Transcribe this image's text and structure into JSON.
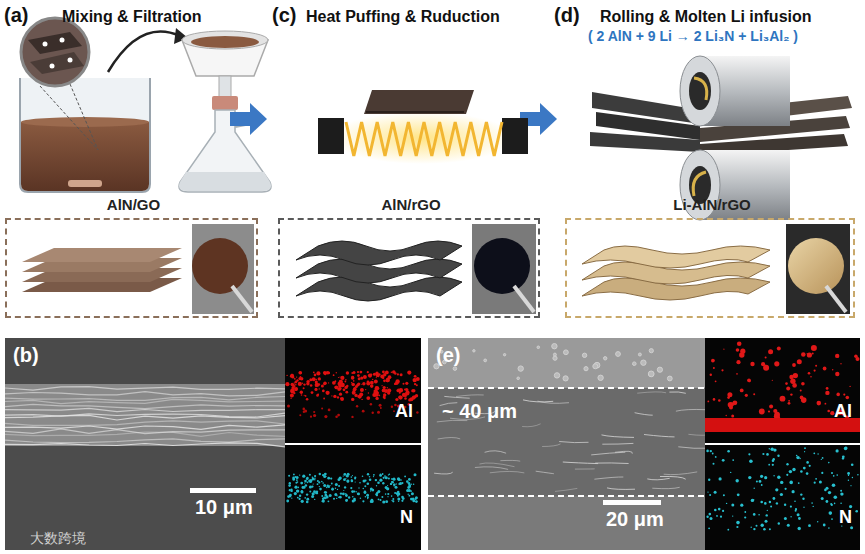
{
  "diagram": {
    "nodes": [
      {
        "text": [
          "AlN/GO"
        ]
      },
      {
        "text": [
          "AlN/rGO"
        ]
      },
      {
        "text": [
          "Li-AlN/rGO"
        ]
      },
      {
        "text": [
          "(b)",
          "10 μm"
        ]
      },
      {
        "text": [
          "Al"
        ],
        "in": 3
      },
      {
        "text": [
          "N"
        ],
        "in": 3
      },
      {
        "text": [
          "(e)",
          "~ 40 μm",
          "20 μm"
        ]
      },
      {
        "text": [
          "Al"
        ],
        "in": 6
      },
      {
        "text": [
          "N"
        ],
        "in": 6
      }
    ],
    "labels": [
      "(a)",
      "Mixing & Filtration",
      "(c)",
      "Heat Puffing & Ruduction",
      "(d)",
      "Rolling & Molten Li infusion",
      "( 2 AlN + 9 Li → 2 Li₃N + Li₃Al₂ )",
      "大数跨境"
    ]
  }
}
